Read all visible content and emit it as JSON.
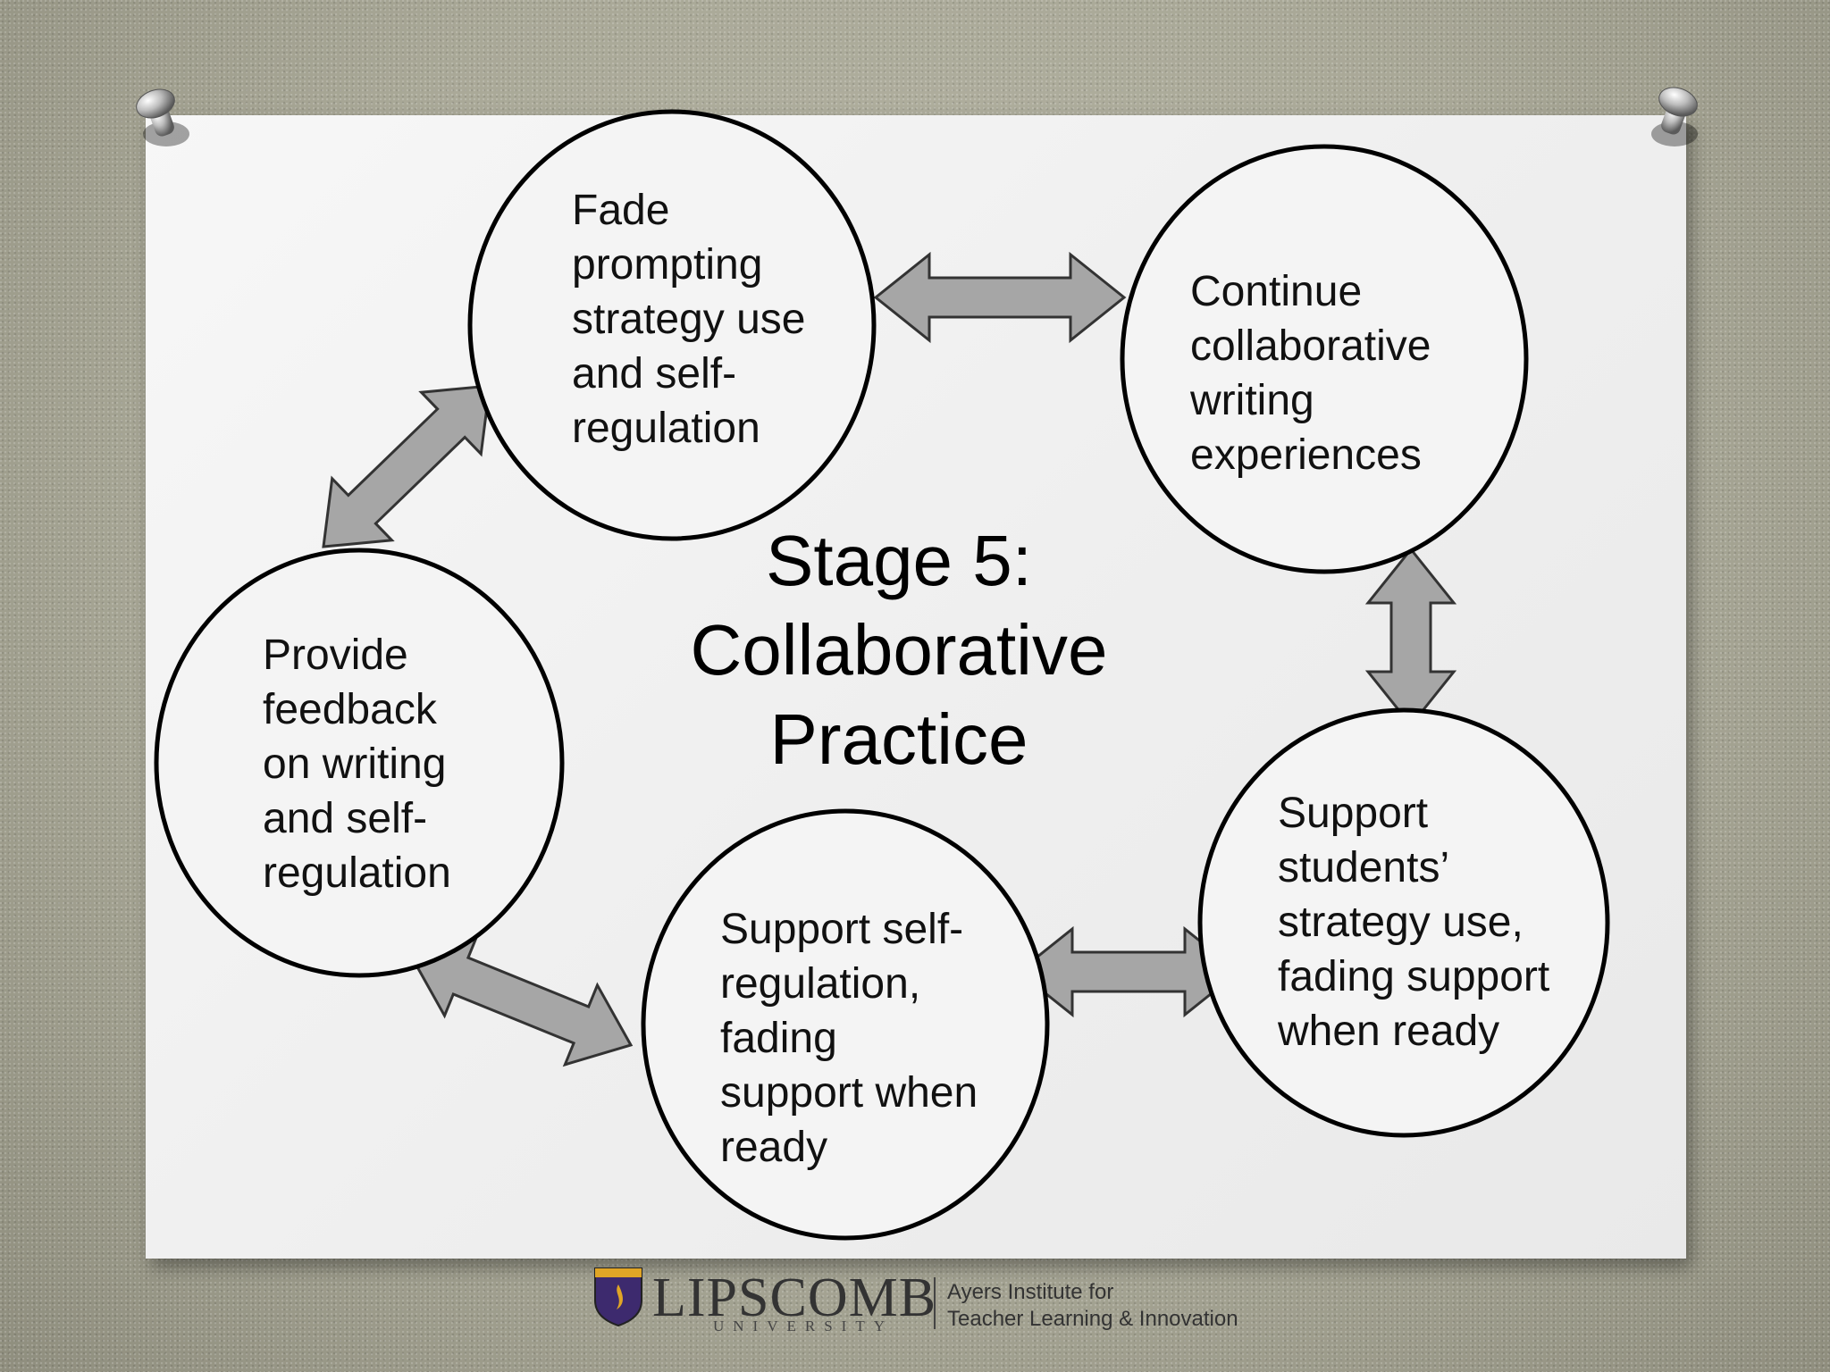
{
  "title": {
    "line1": "Stage 5:",
    "line2": "Collaborative",
    "line3": "Practice"
  },
  "nodes": [
    {
      "id": "fade",
      "lines": [
        "Fade",
        "prompting",
        "strategy use",
        "and self-",
        "regulation"
      ]
    },
    {
      "id": "continue",
      "lines": [
        "Continue",
        "collaborative",
        "writing",
        "experiences"
      ]
    },
    {
      "id": "support-students",
      "lines": [
        "Support",
        "students’",
        "strategy use,",
        "fading support",
        "when ready"
      ]
    },
    {
      "id": "support-self",
      "lines": [
        "Support self-",
        "regulation,",
        "fading",
        "support when",
        "ready"
      ]
    },
    {
      "id": "feedback",
      "lines": [
        "Provide",
        "feedback",
        "on writing",
        "and self-",
        "regulation"
      ]
    }
  ],
  "edges": [
    {
      "from": "fade",
      "to": "continue",
      "type": "bidirectional"
    },
    {
      "from": "continue",
      "to": "support-students",
      "type": "bidirectional"
    },
    {
      "from": "support-students",
      "to": "support-self",
      "type": "bidirectional"
    },
    {
      "from": "support-self",
      "to": "feedback",
      "type": "bidirectional"
    },
    {
      "from": "feedback",
      "to": "fade",
      "type": "bidirectional"
    }
  ],
  "footer": {
    "logo_name": "LIPSCOMB",
    "logo_sub": "UNIVERSITY",
    "institute_line1": "Ayers Institute for",
    "institute_line2": "Teacher Learning & Innovation"
  },
  "colors": {
    "arrow_fill": "#a6a6a6",
    "arrow_stroke": "#333333",
    "circle_stroke": "#000000",
    "paper": "#f2f2f2",
    "background": "#a9a897",
    "logo_shield": "#3d2a6e",
    "logo_flame": "#e0a526"
  }
}
